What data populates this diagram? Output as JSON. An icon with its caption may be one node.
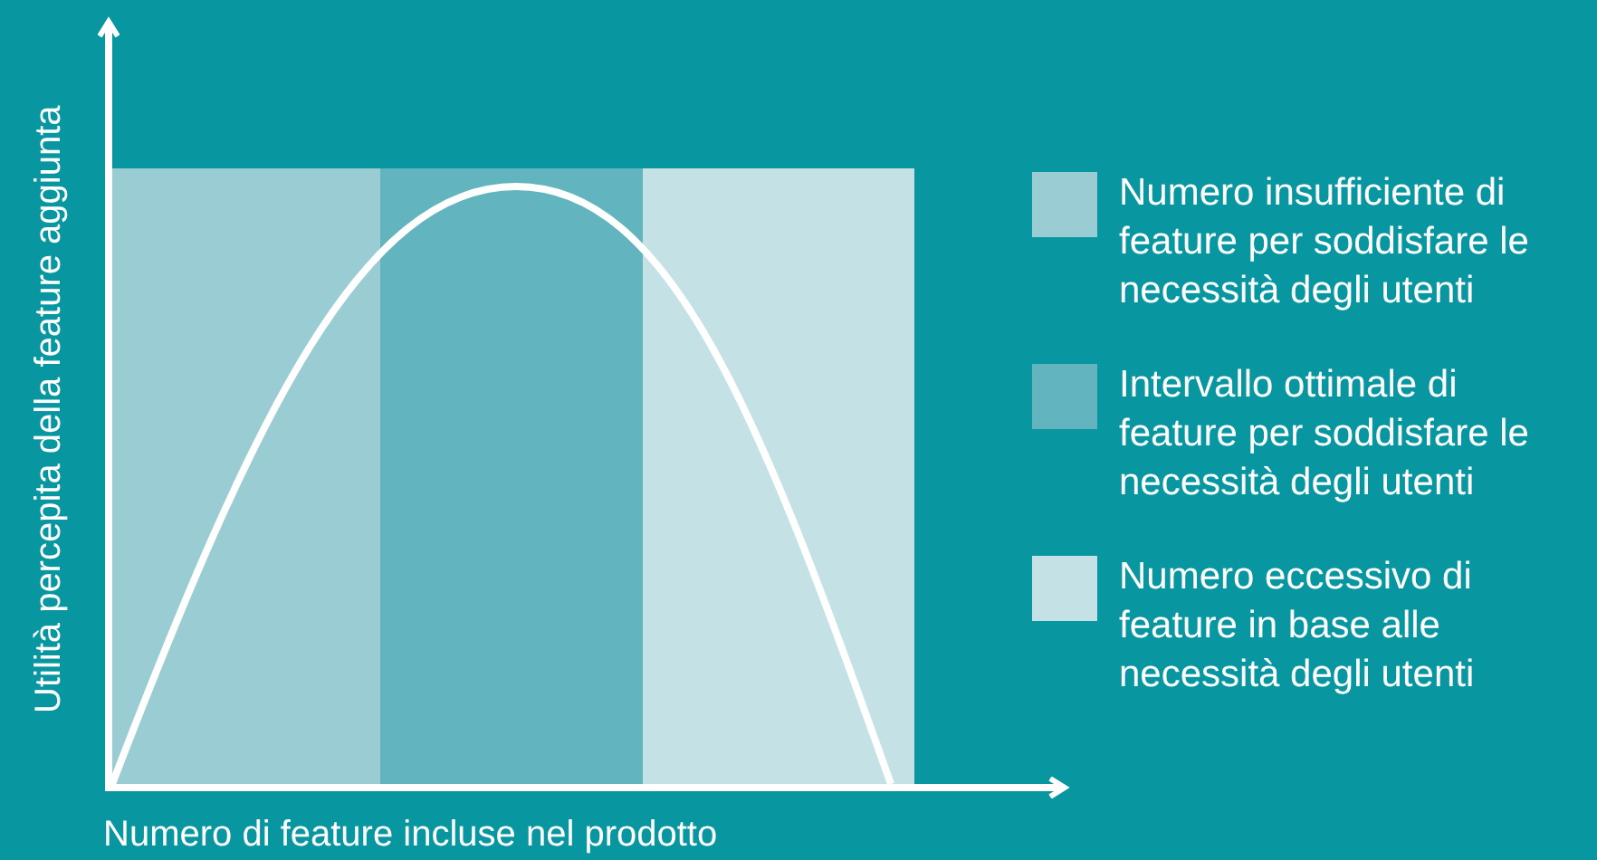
{
  "diagram": {
    "labels": [
      "Utilità percepita della feature aggiunta",
      "Numero di feature incluse nel prodotto"
    ],
    "legend": [
      {
        "text": "Numero insufficiente di feature per soddisfare le necessità degli utenti",
        "color": "#9accd4"
      },
      {
        "text": "Intervallo ottimale di feature per soddisfare le necessità degli utenti",
        "color": "#62b5bf"
      },
      {
        "text": "Numero eccessivo di feature in base alle necessità degli utenti",
        "color": "#c4e1e5"
      }
    ]
  }
}
